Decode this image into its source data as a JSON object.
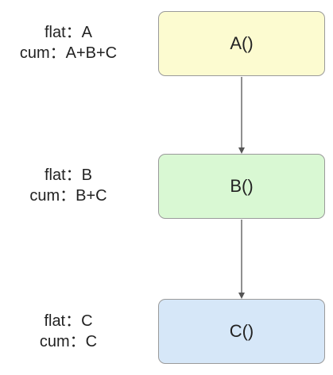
{
  "nodes": [
    {
      "id": "a",
      "label": "A()",
      "flat": "flat：A",
      "cum": "cum：A+B+C",
      "fill": "#fcfbd0"
    },
    {
      "id": "b",
      "label": "B()",
      "flat": "flat：B",
      "cum": "cum：B+C",
      "fill": "#d9f8d3"
    },
    {
      "id": "c",
      "label": "C()",
      "flat": "flat：C",
      "cum": "cum：C",
      "fill": "#d6e7f8"
    }
  ],
  "colors": {
    "border": "#9a9a9a",
    "edge": "#555555",
    "text": "#222222"
  }
}
